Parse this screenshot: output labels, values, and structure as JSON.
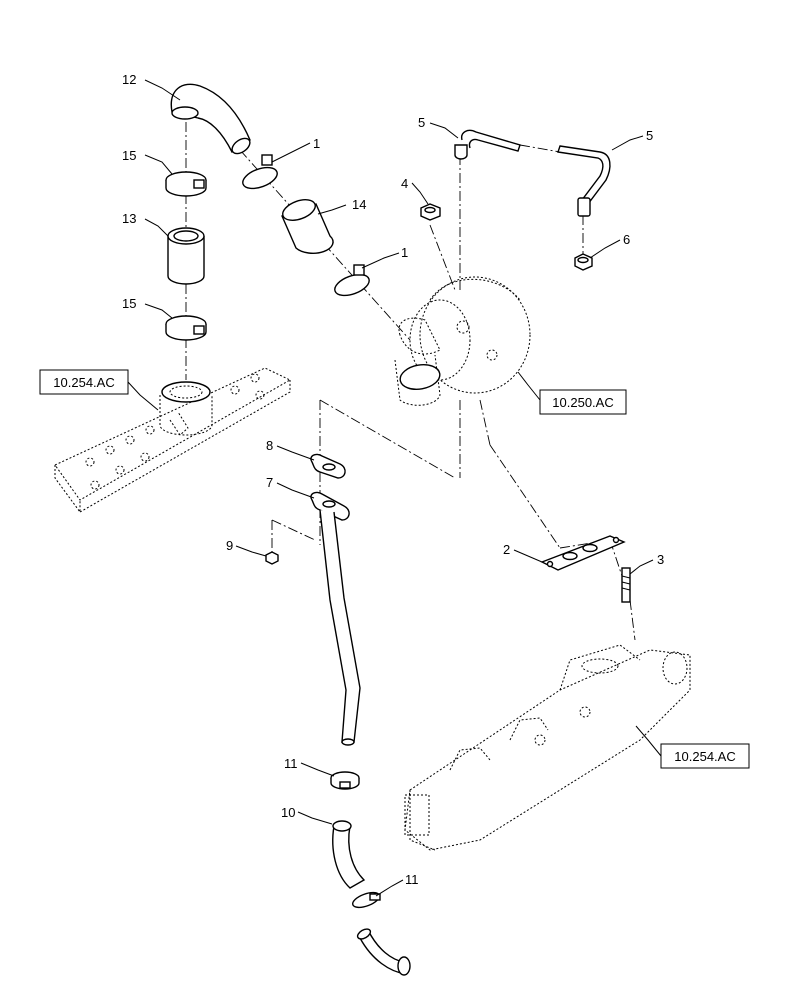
{
  "callouts": {
    "c1a": "1",
    "c1b": "1",
    "c2": "2",
    "c3": "3",
    "c4": "4",
    "c5a": "5",
    "c5b": "5",
    "c6": "6",
    "c7": "7",
    "c8": "8",
    "c9": "9",
    "c10": "10",
    "c11a": "11",
    "c11b": "11",
    "c12": "12",
    "c13": "13",
    "c14": "14",
    "c15a": "15",
    "c15b": "15"
  },
  "references": {
    "intake_manifold": "10.254.AC",
    "turbocharger": "10.250.AC",
    "exhaust_manifold": "10.254.AC"
  }
}
